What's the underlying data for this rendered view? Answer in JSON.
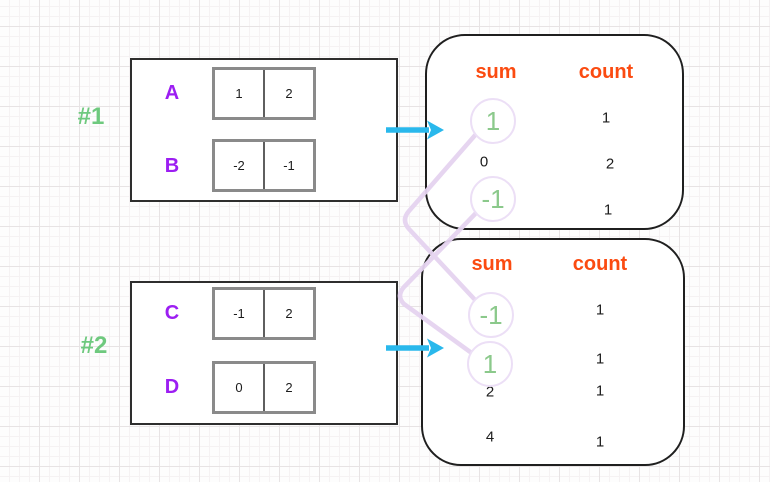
{
  "diagram_title": "pair-sum frequency tables for two array groups",
  "colors": {
    "group_label_green": "#6ec97e",
    "row_letter_purple": "#9c1ef2",
    "header_orange": "#fb4b11",
    "highlight_green": "#8bc98b",
    "arrow_blue": "#29b8ec",
    "connector_lavender": "#e5d3f0",
    "box_border": "#1f1f1f",
    "cell_border_gray": "#8a8a8a"
  },
  "icons": {
    "arrow_right": "blue right arrow from array box to result box",
    "connector": "lavender line linking matching sums between tables"
  },
  "groups": [
    {
      "label": "#1",
      "rows": [
        {
          "name": "A",
          "cells": [
            "1",
            "2"
          ]
        },
        {
          "name": "B",
          "cells": [
            "-2",
            "-1"
          ]
        }
      ],
      "result": {
        "sum_header": "sum",
        "count_header": "count",
        "rows": [
          {
            "sum": "1",
            "count": "1",
            "highlighted": true
          },
          {
            "sum": "0",
            "count": "2",
            "highlighted": false
          },
          {
            "sum": "-1",
            "count": "1",
            "highlighted": true
          }
        ]
      }
    },
    {
      "label": "#2",
      "rows": [
        {
          "name": "C",
          "cells": [
            "-1",
            "2"
          ]
        },
        {
          "name": "D",
          "cells": [
            "0",
            "2"
          ]
        }
      ],
      "result": {
        "sum_header": "sum",
        "count_header": "count",
        "rows": [
          {
            "sum": "-1",
            "count": "1",
            "highlighted": true
          },
          {
            "sum": "1",
            "count": "1",
            "highlighted": true
          },
          {
            "sum": "2",
            "count": "1",
            "highlighted": false
          },
          {
            "sum": "4",
            "count": "1",
            "highlighted": false
          }
        ]
      }
    }
  ],
  "connectors": [
    {
      "from": "group #1 sum 1",
      "to": "group #2 sum -1"
    },
    {
      "from": "group #1 sum -1",
      "to": "group #2 sum 1"
    }
  ]
}
